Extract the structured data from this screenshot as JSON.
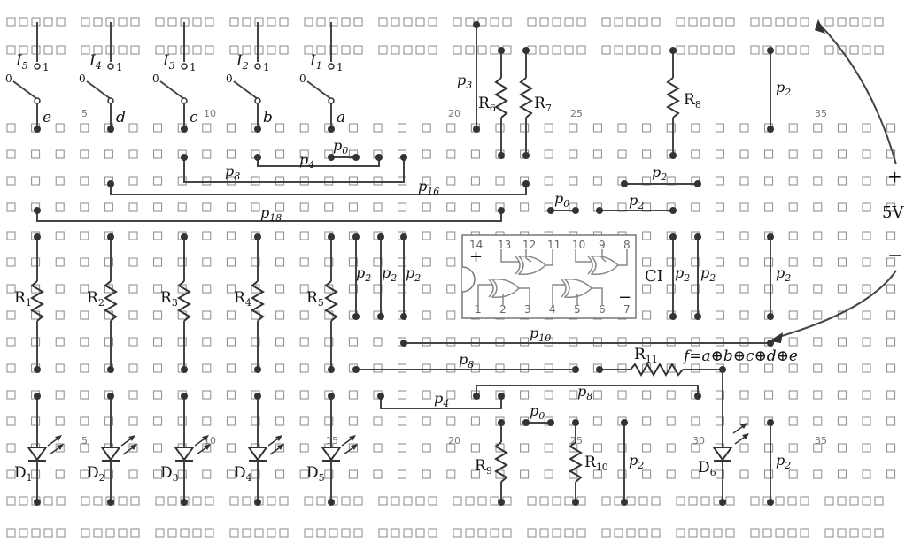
{
  "switches": [
    {
      "name": "I",
      "sub": "5",
      "input": "e",
      "on": "1",
      "off": "0"
    },
    {
      "name": "I",
      "sub": "4",
      "input": "d",
      "on": "1",
      "off": "0"
    },
    {
      "name": "I",
      "sub": "3",
      "input": "c",
      "on": "1",
      "off": "0"
    },
    {
      "name": "I",
      "sub": "2",
      "input": "b",
      "on": "1",
      "off": "0"
    },
    {
      "name": "I",
      "sub": "1",
      "input": "a",
      "on": "1",
      "off": "0"
    }
  ],
  "resistors": {
    "input": [
      {
        "name": "R",
        "sub": "1"
      },
      {
        "name": "R",
        "sub": "2"
      },
      {
        "name": "R",
        "sub": "3"
      },
      {
        "name": "R",
        "sub": "4"
      },
      {
        "name": "R",
        "sub": "5"
      }
    ],
    "r6": {
      "name": "R",
      "sub": "6"
    },
    "r7": {
      "name": "R",
      "sub": "7"
    },
    "r8": {
      "name": "R",
      "sub": "8"
    },
    "r9": {
      "name": "R",
      "sub": "9"
    },
    "r10": {
      "name": "R",
      "sub": "10"
    },
    "r11": {
      "name": "R",
      "sub": "11"
    }
  },
  "leds": [
    {
      "name": "D",
      "sub": "1"
    },
    {
      "name": "D",
      "sub": "2"
    },
    {
      "name": "D",
      "sub": "3"
    },
    {
      "name": "D",
      "sub": "4"
    },
    {
      "name": "D",
      "sub": "5"
    },
    {
      "name": "D",
      "sub": "6"
    }
  ],
  "wires": {
    "p3": {
      "name": "p",
      "sub": "3"
    },
    "p0_top": {
      "name": "p",
      "sub": "0"
    },
    "p4_top": {
      "name": "p",
      "sub": "4"
    },
    "p8_top": {
      "name": "p",
      "sub": "8"
    },
    "p16": {
      "name": "p",
      "sub": "16"
    },
    "p18": {
      "name": "p",
      "sub": "18"
    },
    "p0_mid": {
      "name": "p",
      "sub": "0"
    },
    "p2_a": {
      "name": "p",
      "sub": "2"
    },
    "p2_b": {
      "name": "p",
      "sub": "2"
    },
    "p2_right_top": {
      "name": "p",
      "sub": "2"
    },
    "p2_vert": [
      {
        "name": "p",
        "sub": "2"
      },
      {
        "name": "p",
        "sub": "2"
      },
      {
        "name": "p",
        "sub": "2"
      }
    ],
    "p2_ci": [
      {
        "name": "p",
        "sub": "2"
      },
      {
        "name": "p",
        "sub": "2"
      }
    ],
    "p2_right_mid": {
      "name": "p",
      "sub": "2"
    },
    "p10": {
      "name": "p",
      "sub": "10"
    },
    "p8_mid": {
      "name": "p",
      "sub": "8"
    },
    "p4_low": {
      "name": "p",
      "sub": "4"
    },
    "p8_low": {
      "name": "p",
      "sub": "8"
    },
    "p0_low": {
      "name": "p",
      "sub": "0"
    },
    "p2_bottom_mid": {
      "name": "p",
      "sub": "2"
    },
    "p2_bottom_right": {
      "name": "p",
      "sub": "2"
    }
  },
  "chip": {
    "name": "CI",
    "plus": "+",
    "minus": "−",
    "pins_top": [
      "14",
      "13",
      "12",
      "11",
      "10",
      "9",
      "8"
    ],
    "pins_bottom": [
      "1",
      "2",
      "3",
      "4",
      "5",
      "6",
      "7"
    ]
  },
  "power": {
    "voltage": "5V",
    "plus": "+",
    "minus": "−"
  },
  "output_formula": "f=a⊕b⊕c⊕d⊕e",
  "column_numbers": {
    "top": [
      "5",
      "10",
      "20",
      "25",
      "35"
    ],
    "bottom": [
      "5",
      "10",
      "15",
      "20",
      "25",
      "30",
      "35"
    ]
  }
}
